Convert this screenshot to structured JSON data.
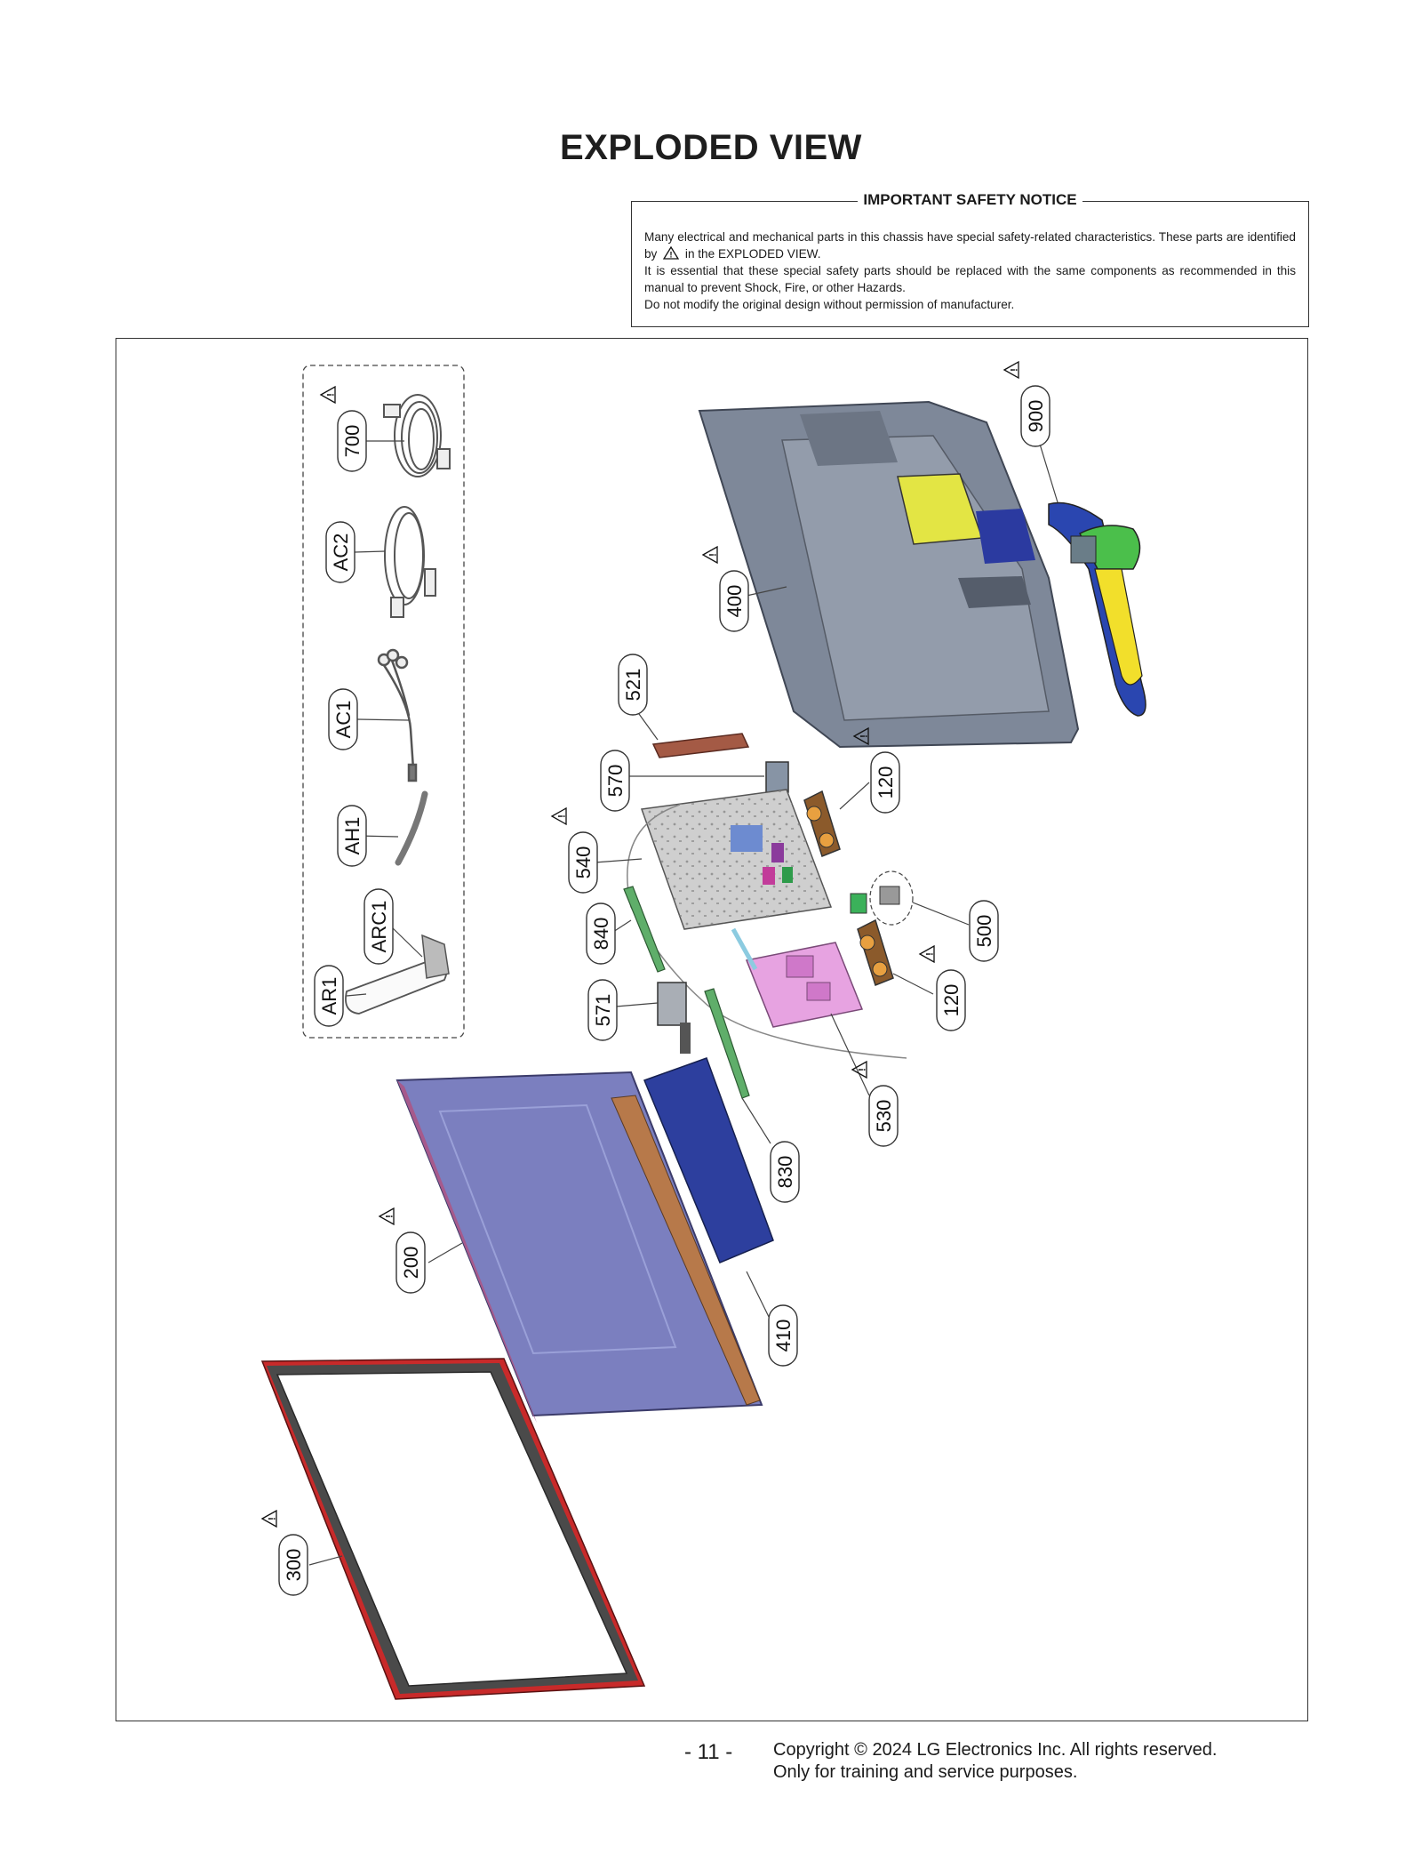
{
  "title": "EXPLODED VIEW",
  "safety_notice": {
    "title": "IMPORTANT SAFETY NOTICE",
    "line1_a": "Many electrical and mechanical parts in this chassis have special safety-related characteristics. These parts are identified by",
    "line1_b": "in the EXPLODED VIEW.",
    "line2": "It is essential that these special safety parts should be replaced with the same components as recommended in this manual to prevent Shock, Fire, or other Hazards.",
    "line3": "Do not modify the original design without permission of manufacturer."
  },
  "parts": [
    {
      "label": "700",
      "safety": true
    },
    {
      "label": "AC2",
      "safety": false
    },
    {
      "label": "AC1",
      "safety": false
    },
    {
      "label": "AH1",
      "safety": false
    },
    {
      "label": "ARC1",
      "safety": false
    },
    {
      "label": "AR1",
      "safety": false
    },
    {
      "label": "900",
      "safety": true
    },
    {
      "label": "400",
      "safety": true
    },
    {
      "label": "521",
      "safety": false
    },
    {
      "label": "570",
      "safety": false
    },
    {
      "label": "120",
      "safety": true
    },
    {
      "label": "540",
      "safety": true
    },
    {
      "label": "840",
      "safety": false
    },
    {
      "label": "500",
      "safety": false
    },
    {
      "label": "120",
      "safety": true
    },
    {
      "label": "571",
      "safety": false
    },
    {
      "label": "530",
      "safety": true
    },
    {
      "label": "830",
      "safety": false
    },
    {
      "label": "200",
      "safety": true
    },
    {
      "label": "410",
      "safety": false
    },
    {
      "label": "300",
      "safety": true
    }
  ],
  "footer": {
    "page_number": "- 11 -",
    "copyright_line1": "Copyright © 2024 LG Electronics Inc. All rights reserved.",
    "copyright_line2": "Only for training and service purposes."
  }
}
